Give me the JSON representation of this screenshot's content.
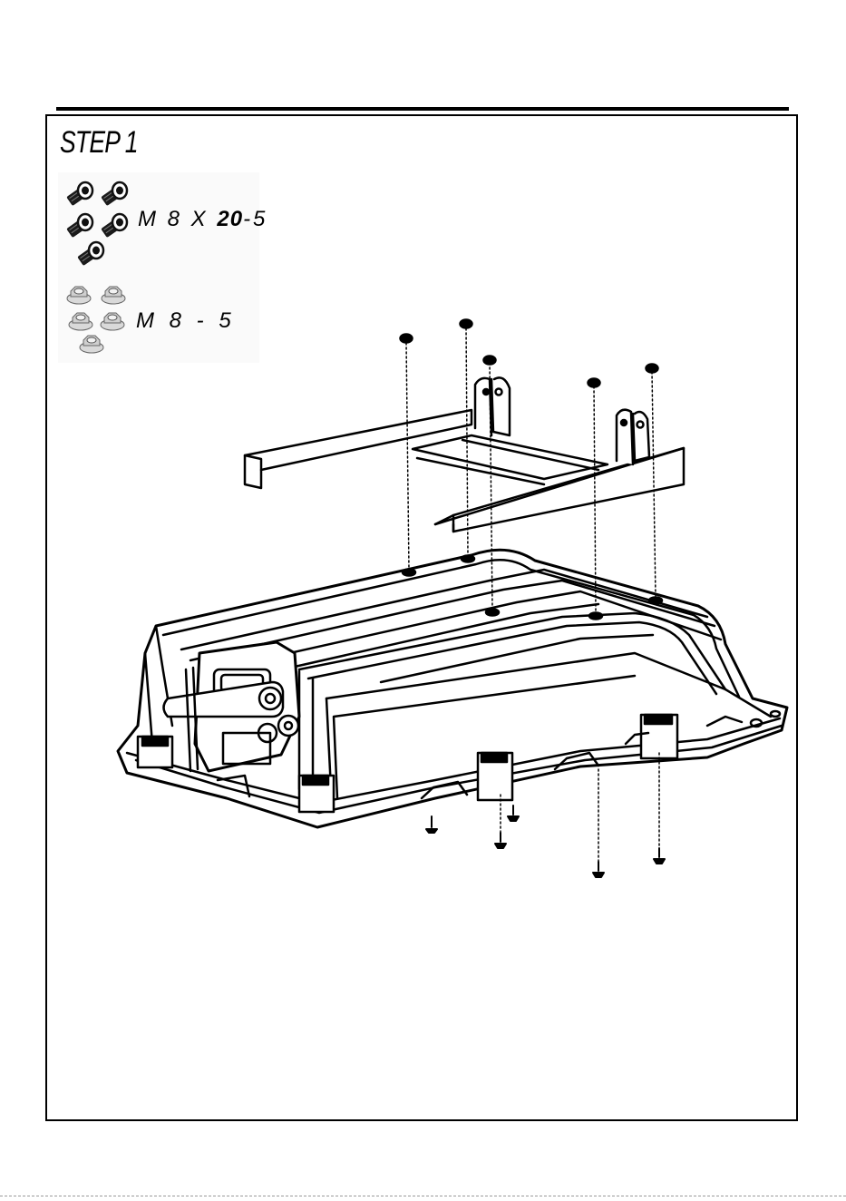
{
  "step": {
    "title": "STEP 1"
  },
  "parts": {
    "bolt": {
      "size_prefix": "M 8 X ",
      "length": "20",
      "qty_suffix": "-5",
      "icon": "bolt-icon"
    },
    "nut": {
      "label": "M 8 - 5",
      "icon": "flange-nut-icon"
    }
  },
  "colors": {
    "line": "#000000",
    "background": "#ffffff"
  }
}
